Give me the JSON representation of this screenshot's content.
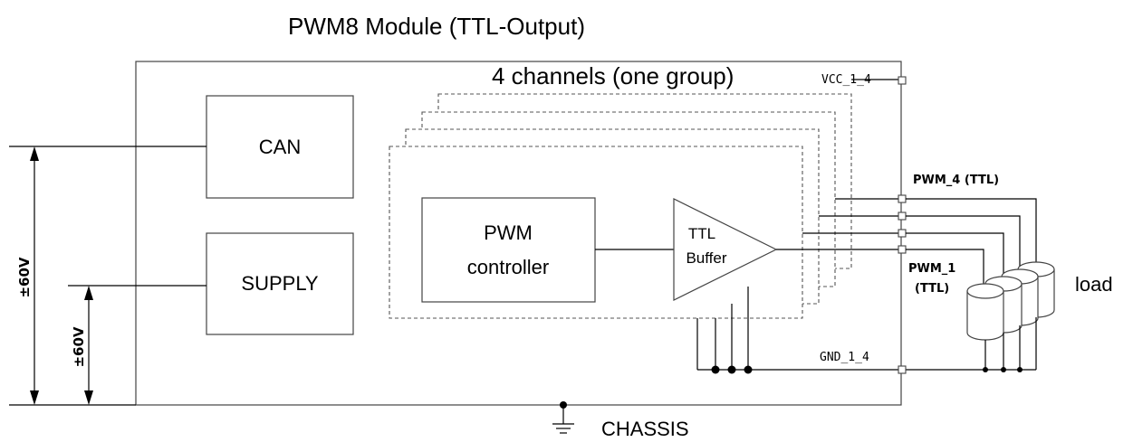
{
  "diagram": {
    "title": "PWM8 Module (TTL-Output)",
    "group_label": "4 channels  (one group)",
    "blocks": {
      "can": "CAN",
      "supply": "SUPPLY",
      "pwm_line1": "PWM",
      "pwm_line2": "controller",
      "buffer_line1": "TTL",
      "buffer_line2": "Buffer"
    },
    "pins": {
      "vcc": "VCC_1_4",
      "gnd": "GND_1_4",
      "pwm4": "PWM_4 (TTL)",
      "pwm1_line1": "PWM_1",
      "pwm1_line2": "(TTL)"
    },
    "labels": {
      "load": "load",
      "chassis": "CHASSIS",
      "voltage_outer": "±60V",
      "voltage_inner": "±60V"
    }
  }
}
